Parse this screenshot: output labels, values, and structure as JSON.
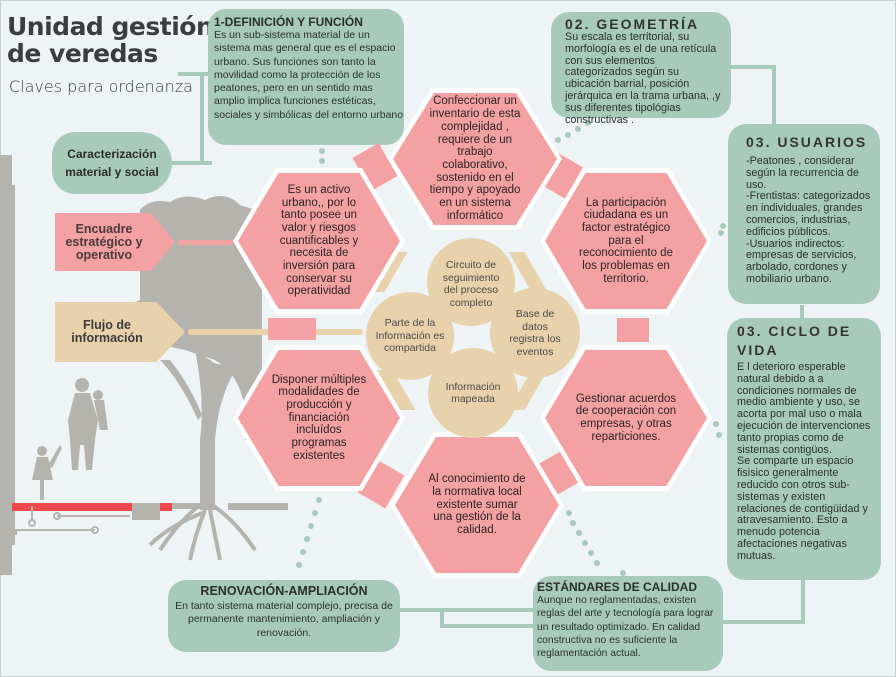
{
  "header": {
    "title_line1": "Unidad gestión",
    "title_line2": "de veredas",
    "subtitle": "Claves para ordenanza"
  },
  "left_labels": {
    "caracterizacion": {
      "line1": "Caracterización",
      "line2": "material y social"
    },
    "encuadre": {
      "line1": "Encuadre",
      "line2": "estratégico y",
      "line3": "operativo"
    },
    "flujo": {
      "line1": "Flujo de",
      "line2": "información"
    }
  },
  "boxes": {
    "definicion": {
      "title": "1-DEFINICIÓN Y FUNCIÓN",
      "text": "Es un sub-sistema material de un sistema mas general que  es el espacio urbano. Sus funciones son tanto la movilidad como la protección de los peatones, pero en un sentido mas amplio  implica funciones estéticas, sociales y simbólicas del entorno urbano"
    },
    "geometria": {
      "title": "02. GEOMETRÍA",
      "text": "Su escala  es territorial, su morfología es el de una retícula con sus  elementos categorizados según su ubicación barrial, posición jerárquica en la trama urbana, ,y sus diferentes tipológias constructivas ."
    },
    "usuarios": {
      "title": "03. USUARIOS",
      "text": " -Peatones , considerar según la recurrencia de uso.\n -Frentistas: categorizados en individuales, grandes comercios, industrias, edificios públicos.\n-Usuarios indirectos: empresas de servicios, arbolado, cordones y mobiliario urbano."
    },
    "ciclo": {
      "title": "03. CICLO DE VIDA",
      "text": " E l deterioro esperable natural debido a  a condiciones normales  de medio ambiente y uso, se acorta por mal uso o mala ejecución de intervenciones tanto propias como de sistemas contigüos.\nSe comparte un espacio fisisico generalmente reducido con otros sub-sistemas y existen relaciones de contigüidad y atravesamiento. Esto a menudo potencia afectaciones negativas mutuas."
    },
    "renovacion": {
      "title": "RENOVACIÓN-AMPLIACIÓN",
      "text": "En tanto sistema material complejo, precisa de permanente mantenimiento, ampliación y renovación."
    },
    "estandares": {
      "title": "ESTÁNDARES DE CALIDAD",
      "text": "Aunque no reglamentadas, existen reglas del arte y tecnología para lograr un resultado optimizado. En calidad constructiva no es suficiente la reglamentación actual."
    }
  },
  "hexagons": {
    "top": "Confeccionar un inventario de esta complejidad , requiere de un trabajo colaborativo, sostenido en el tiempo y apoyado en un sistema informático",
    "upper_left": "Es un activo urbano,, por lo tanto posee un valor y riesgos cuantificables y necesita de inversión para conservar su operatividad",
    "upper_right": "La participación ciudadana es un factor estratégico para el reconocimiento de los problemas en territorio.",
    "lower_left": "Disponer múltiples modalidades de producción y financiación incluídos programas existentes",
    "lower_right": "Gestionar acuerdos de cooperación con empresas, y otras reparticiones.",
    "bottom": "Al conocimiento de la normativa local existente sumar una gestión de la calidad."
  },
  "circles": {
    "top": "Circuito de seguimiento del proceso completo",
    "left": "Parte de la Información es compartida",
    "right": "Base de datos registra los eventos",
    "bottom": "Información mapeada"
  },
  "colors": {
    "background": "#eef4f6",
    "green": "#a8cabb",
    "pink": "#f4a1a3",
    "beige": "#e8d2ab",
    "gray": "#b5b3ae",
    "red": "#f0484d"
  }
}
